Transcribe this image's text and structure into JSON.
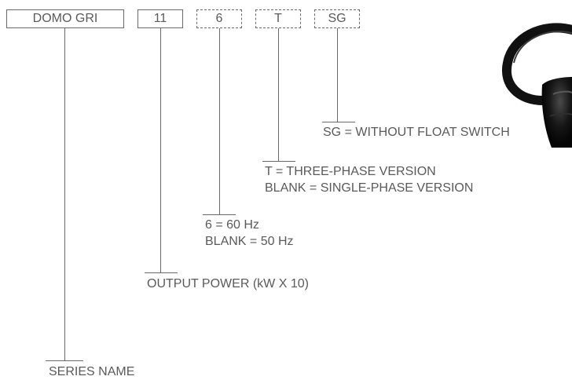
{
  "code_boxes": [
    {
      "text": "DOMO GRI",
      "style": "solid"
    },
    {
      "text": "11",
      "style": "solid"
    },
    {
      "text": "6",
      "style": "dashed"
    },
    {
      "text": "T",
      "style": "dashed"
    },
    {
      "text": "SG",
      "style": "dashed"
    }
  ],
  "descriptions": {
    "float_switch": "SG = WITHOUT FLOAT SWITCH",
    "phase_line1": "T = THREE-PHASE VERSION",
    "phase_line2": "BLANK = SINGLE-PHASE VERSION",
    "freq_line1": "6 = 60 Hz",
    "freq_line2": "BLANK = 50 Hz",
    "output_power": "OUTPUT POWER (kW X 10)",
    "series_name": "SERIES NAME"
  },
  "colors": {
    "text": "#5a5a5a",
    "lines": "#6a6a6a",
    "product_dark": "#1a1a1a"
  },
  "product_image": "submersible-pump-cable-plug"
}
